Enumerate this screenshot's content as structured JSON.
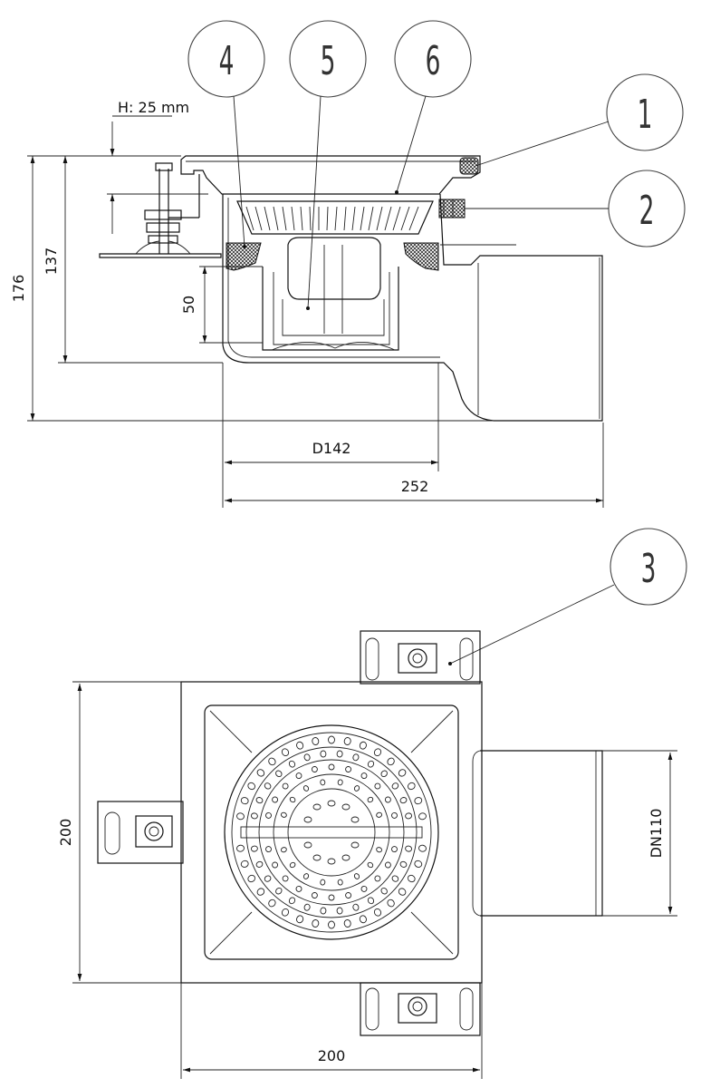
{
  "callouts": [
    "1",
    "2",
    "3",
    "4",
    "5",
    "6"
  ],
  "dimensions": {
    "height_adjust": "H: 25 mm",
    "total_height": "176",
    "outlet_height": "137",
    "water_seal": "50",
    "body_diameter": "D142",
    "total_length": "252",
    "plan_width": "200",
    "plan_depth": "200",
    "outlet": "DN110"
  }
}
